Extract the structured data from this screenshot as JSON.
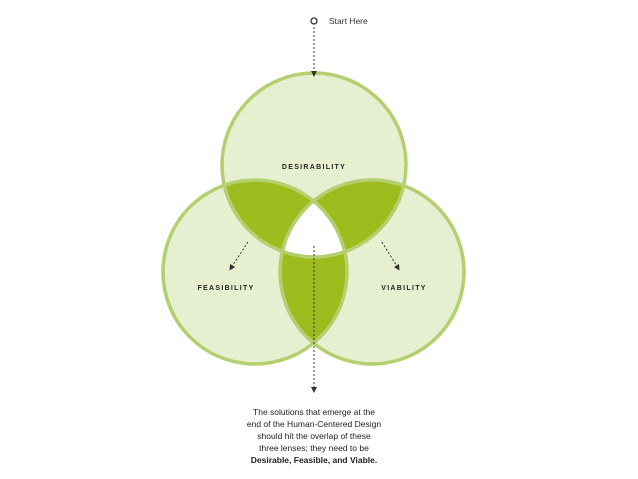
{
  "start": {
    "label": "Start Here"
  },
  "lenses": {
    "desirability": "DESIRABILITY",
    "feasibility": "FEASIBILITY",
    "viability": "VIABILITY"
  },
  "caption": {
    "lines": [
      "The solutions that emerge at the",
      "end of the Human-Centered Design",
      "should hit the overlap of these",
      "three lenses; they need to be"
    ],
    "emphasis": "Desirable, Feasible, and Viable."
  },
  "colors": {
    "circle_fill": "#e6efcf",
    "circle_stroke": "#b3cf6e",
    "overlap_fill": "#9dbb1d",
    "center_fill": "#ffffff",
    "arrow": "#333333"
  }
}
